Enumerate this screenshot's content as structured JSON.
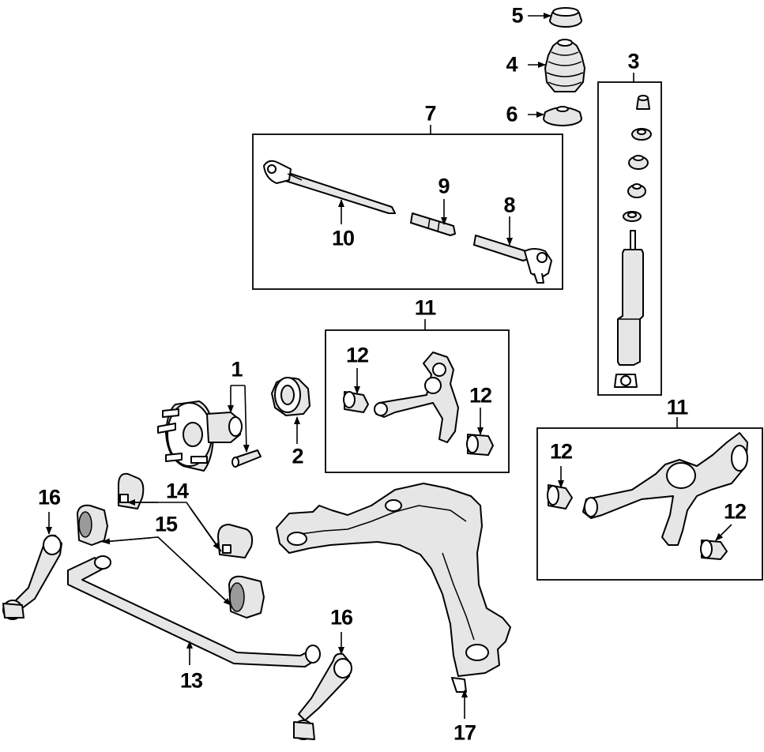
{
  "diagram": {
    "callouts": {
      "c1": "1",
      "c2": "2",
      "c3": "3",
      "c4": "4",
      "c5": "5",
      "c6": "6",
      "c7": "7",
      "c8": "8",
      "c9": "9",
      "c10": "10",
      "c11a": "11",
      "c11b": "11",
      "c12a": "12",
      "c12b": "12",
      "c12c": "12",
      "c12d": "12",
      "c13": "13",
      "c14": "14",
      "c15": "15",
      "c16a": "16",
      "c16b": "16",
      "c17": "17"
    }
  }
}
